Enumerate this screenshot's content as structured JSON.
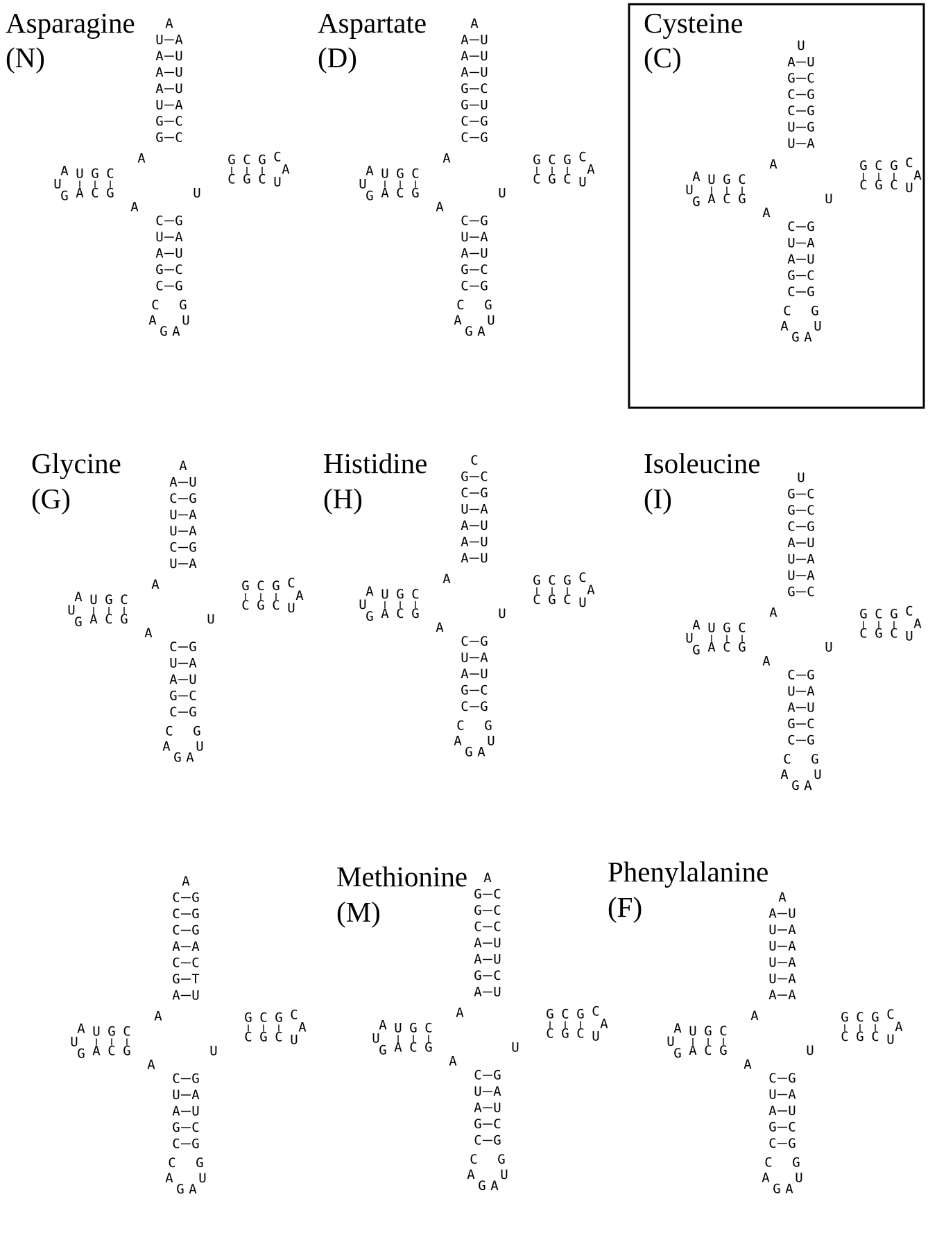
{
  "panels": [
    {
      "key": "asparagine",
      "name": "Asparagine",
      "code": "(N)",
      "highlighted": false,
      "acceptor": "AUAAAUGG",
      "acceptor_partner": "AUUUACC"
    },
    {
      "key": "aspartate",
      "name": "Aspartate",
      "code": "(D)",
      "highlighted": false,
      "acceptor": "AAAAGGCC",
      "acceptor_partner": "UUUCUGG"
    },
    {
      "key": "cysteine",
      "name": "Cysteine",
      "code": "(C)",
      "highlighted": true,
      "acceptor": "UAGCCUU",
      "acceptor_partner": "UCGGGA"
    },
    {
      "key": "glycine",
      "name": "Glycine",
      "code": "(G)",
      "highlighted": false,
      "acceptor": "AACUUCU",
      "acceptor_partner": "UGAAGA"
    },
    {
      "key": "histidine",
      "name": "Histidine",
      "code": "(H)",
      "highlighted": false,
      "acceptor": "CGCUAAA",
      "acceptor_partner": "CGAUUU"
    },
    {
      "key": "isoleucine",
      "name": "Isoleucine",
      "code": "(I)",
      "highlighted": false,
      "acceptor": "UGGCAUUG",
      "acceptor_partner": "CCGUAAC"
    },
    {
      "key": "unlabeled",
      "name": "",
      "code": "",
      "highlighted": false,
      "acceptor": "ACCCACGA",
      "acceptor_partner": "GGGACT"
    },
    {
      "key": "methionine",
      "name": "Methionine",
      "code": "(M)",
      "highlighted": false,
      "acceptor": "AGGCAAGA",
      "acceptor_partner": "CCCUUCU"
    },
    {
      "key": "phenylalanine",
      "name": "Phenylalanine",
      "code": "(F)",
      "highlighted": false,
      "acceptor": "AAUUUUA",
      "acceptor_partner": "UAAAAA"
    }
  ],
  "colors": {
    "ink": "#000000",
    "background": "#ffffff"
  }
}
